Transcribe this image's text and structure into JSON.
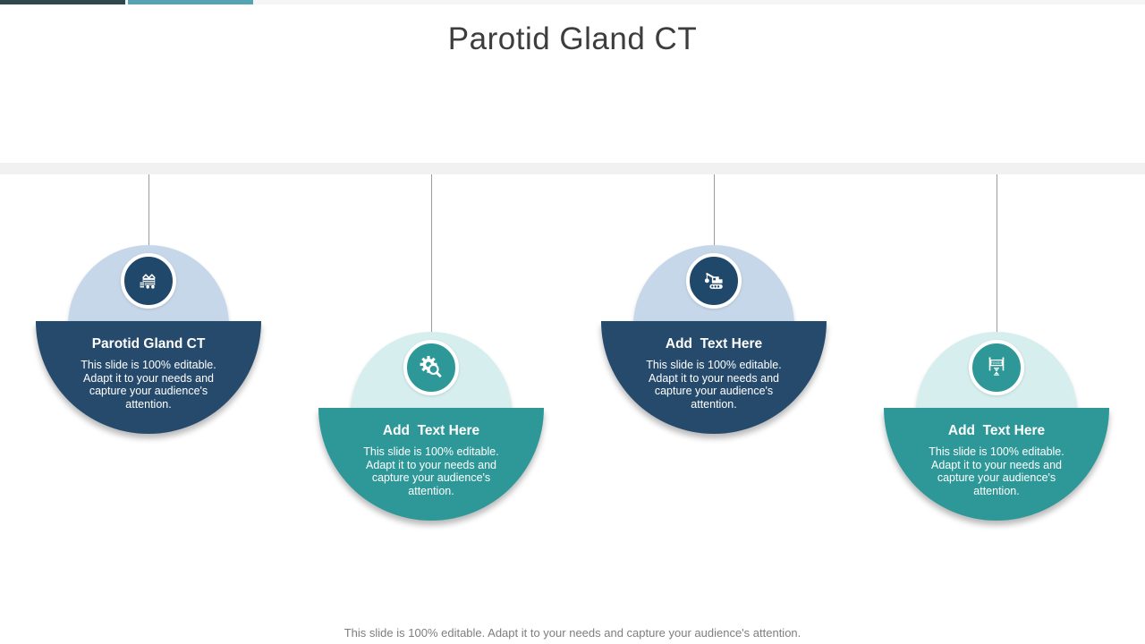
{
  "slide": {
    "title": "Parotid Gland CT",
    "footer": "This slide is 100% editable. Adapt it to your needs and capture your audience's attention."
  },
  "items": [
    {
      "title": "Parotid Gland CT",
      "body": "This slide is 100% editable. Adapt it to your needs and capture your audience's attention.",
      "icon": "loaded-cart-icon",
      "theme": "navy",
      "offset": "high"
    },
    {
      "title": "Add  Text Here",
      "body": "This slide is 100% editable. Adapt it to your needs and capture your audience's attention.",
      "icon": "gear-magnifier-icon",
      "theme": "teal",
      "offset": "low"
    },
    {
      "title": "Add  Text Here",
      "body": "This slide is 100% editable. Adapt it to your needs and capture your audience's attention.",
      "icon": "crane-icon",
      "theme": "navy",
      "offset": "high"
    },
    {
      "title": "Add  Text Here",
      "body": "This slide is 100% editable. Adapt it to your needs and capture your audience's attention.",
      "icon": "finish-banner-icon",
      "theme": "teal",
      "offset": "low"
    }
  ],
  "colors": {
    "navy": "#264A6C",
    "navy_light": "#C5D7E9",
    "navy_icon": "#1F486B",
    "teal": "#2E9898",
    "teal_light": "#D6EEEE",
    "topbar_dark": "#31474E",
    "topbar_teal": "#55A4B4",
    "band": "#F1F1F1",
    "line": "#9B9B9B",
    "heading_text": "#3D3D3D",
    "footer_text": "#7E7E7E"
  }
}
